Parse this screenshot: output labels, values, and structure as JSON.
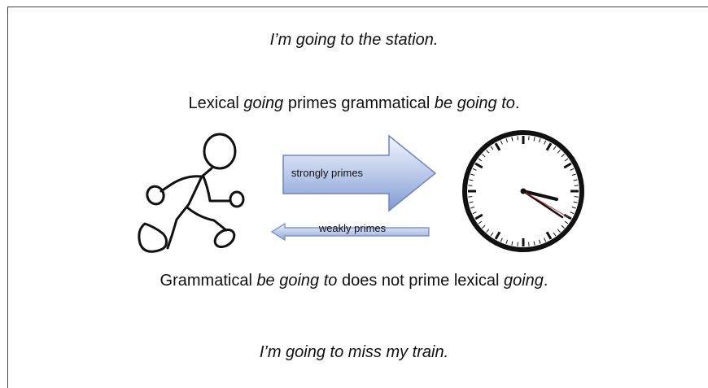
{
  "sentences": {
    "top": "I’m going to the station.",
    "bottom": "I’m going to miss my train."
  },
  "statements": {
    "lexical_primes": {
      "p1": "Lexical ",
      "p2": "going",
      "p3": " primes grammatical ",
      "p4": "be going to",
      "p5": "."
    },
    "grammatical_not_prime": {
      "p1": "Grammatical ",
      "p2": "be going to",
      "p3": " does not prime lexical ",
      "p4": "going",
      "p5": "."
    }
  },
  "arrows": {
    "strong": {
      "label": "strongly primes"
    },
    "weak": {
      "label": "weakly primes"
    }
  },
  "icons": {
    "left": "walking-figure-icon",
    "right": "clock-icon"
  },
  "colors": {
    "arrow_fill_light": "#eef2fb",
    "arrow_fill_dark": "#7f9ad2",
    "arrow_stroke": "#6b86c4"
  }
}
